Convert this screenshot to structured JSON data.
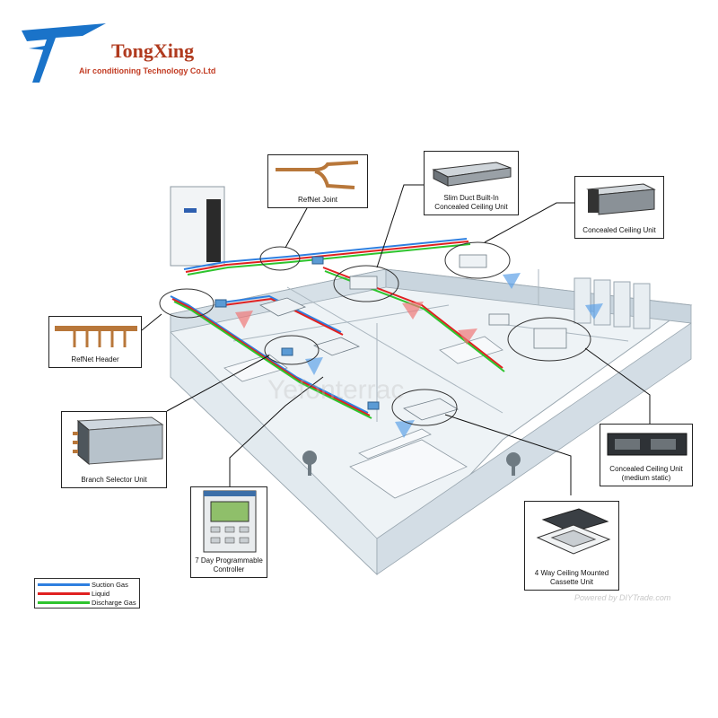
{
  "brand": {
    "name": "TongXing",
    "subtitle": "Air conditioning Technology Co.Ltd",
    "logo_color": "#1a73c9",
    "name_color": "#b03a1e"
  },
  "callouts": {
    "refnet_joint": "RefNet Joint",
    "slim_duct": "Slim Duct Built-In\nConcealed Ceiling Unit",
    "concealed_ceiling": "Concealed Ceiling Unit",
    "refnet_header": "RefNet Header",
    "branch_selector": "Branch Selector Unit",
    "concealed_medium": "Concealed Ceiling Unit\n(medium static)",
    "controller": "7 Day Programmable\nController",
    "cassette": "4 Way Ceiling Mounted\nCassette Unit"
  },
  "legend": [
    {
      "label": "Suction Gas",
      "color": "#2e7fe0"
    },
    {
      "label": "Liquid",
      "color": "#e02020"
    },
    {
      "label": "Discharge Gas",
      "color": "#2ec42e"
    }
  ],
  "watermark": "Powered by DIYTrade.com",
  "watermark_center": "Yefonterrac",
  "colors": {
    "pipe_blue": "#2e7fe0",
    "pipe_red": "#e02020",
    "pipe_green": "#2ec42e",
    "wall": "#dfe8ee",
    "floor": "#f4f7f9"
  }
}
